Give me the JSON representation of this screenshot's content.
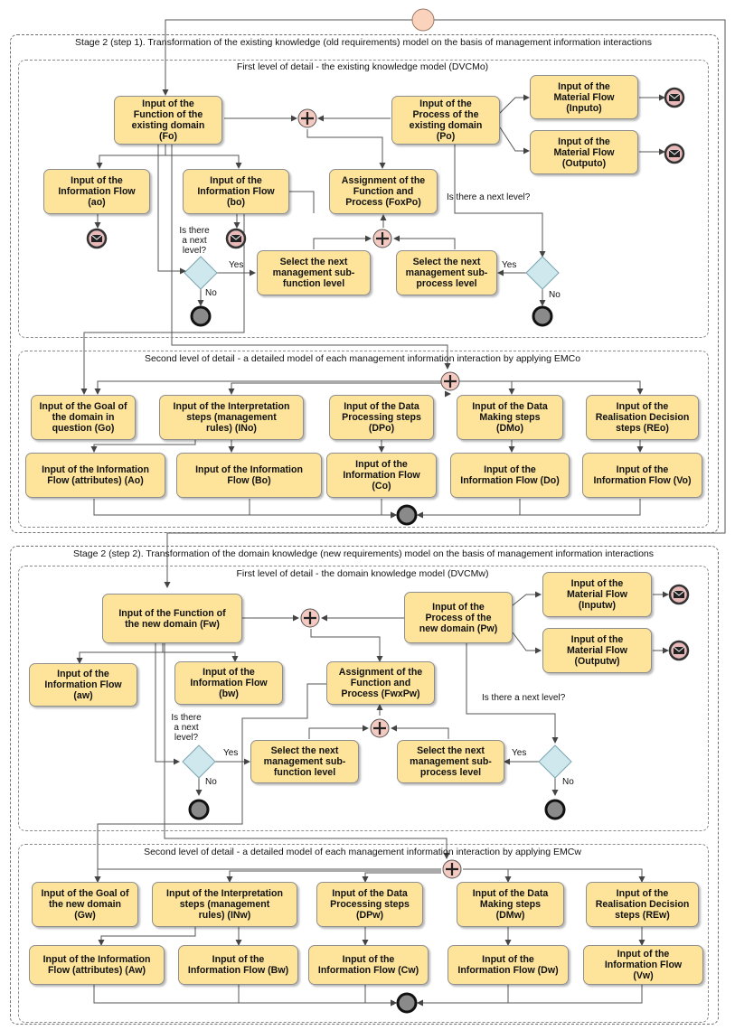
{
  "stage1": {
    "title": "Stage 2 (step 1). Transformation of the existing knowledge (old requirements) model on the basis of management information interactions",
    "level1_title": "First level of detail  - the existing knowledge model (DVCMo)",
    "level2_title": "Second level of detail - a detailed model of each management information interaction by applying EMCo",
    "tasks": {
      "function": "Input of the\nFunction of the\nexisting domain\n(Fo)",
      "process": "Input of the\nProcess of the\nexisting domain\n(Po)",
      "material_in": "Input of the\nMaterial Flow\n(Inputo)",
      "material_out": "Input of the\nMaterial Flow\n(Outputo)",
      "info_ao": "Input of the\nInformation Flow\n(ao)",
      "info_bo": "Input of the\nInformation Flow\n(bo)",
      "assignment": "Assignment of the\nFunction and\nProcess (FoxPo)",
      "sub_function": "Select the next\nmanagement sub-\nfunction level",
      "sub_process": "Select the next\nmanagement sub-\nprocess level",
      "goal": "Input of the Goal of\nthe domain in\nquestion (Go)",
      "interpretation": "Input of the Interpretation\nsteps (management\nrules) (INo)",
      "data_processing": "Input of the Data\nProcessing steps\n(DPo)",
      "data_making": "Input of the Data\nMaking steps\n(DMo)",
      "realisation": "Input of the\nRealisation Decision\nsteps (REo)",
      "flow_attr": "Input of the Information\nFlow (attributes) (Ao)",
      "flow_b": "Input of the Information\nFlow (Bo)",
      "flow_c": "Input of the\nInformation Flow\n(Co)",
      "flow_d": "Input of the\nInformation Flow (Do)",
      "flow_v": "Input of the\nInformation Flow (Vo)"
    }
  },
  "stage2": {
    "title": "Stage 2 (step 2). Transformation of the domain knowledge (new requirements) model on the basis of management information interactions",
    "level1_title": "First level of detail  -  the domain knowledge model (DVCMw)",
    "level2_title": "Second level of detail - a detailed model of each management information interaction by applying EMCw",
    "tasks": {
      "function": "Input of the Function of\nthe new domain (Fw)",
      "process": "Input of the\nProcess of the\nnew domain (Pw)",
      "material_in": "Input of the\nMaterial Flow\n(Inputw)",
      "material_out": "Input of the\nMaterial Flow\n(Outputw)",
      "info_aw": "Input of the\nInformation Flow\n(aw)",
      "info_bw": "Input of the\nInformation Flow\n(bw)",
      "assignment": "Assignment of the\nFunction and\nProcess (FwxPw)",
      "sub_function": "Select the next\nmanagement sub-\nfunction level",
      "sub_process": "Select the next\nmanagement sub-\nprocess level",
      "goal": "Input of the Goal of\nthe new domain\n(Gw)",
      "interpretation": "Input of the Interpretation\nsteps (management\nrules) (INw)",
      "data_processing": "Input of the Data\nProcessing steps\n(DPw)",
      "data_making": "Input of the Data\nMaking steps\n(DMw)",
      "realisation": "Input of the\nRealisation Decision\nsteps (REw)",
      "flow_attr": "Input of the Information\nFlow (attributes) (Aw)",
      "flow_b": "Input of the\nInformation Flow (Bw)",
      "flow_c": "Input of the\nInformation Flow (Cw)",
      "flow_d": "Input of the\nInformation Flow (Dw)",
      "flow_v": "Input of the\nInformation Flow\n(Vw)"
    }
  },
  "labels": {
    "next_level_q": "Is there a next level?",
    "next_level_q_stacked": "Is there\na next\nlevel?",
    "yes": "Yes",
    "no": "No"
  },
  "colors": {
    "task_fill": "#fde49a",
    "start_fill": "#fbd3bd",
    "gateway_fill": "#cfe8ee",
    "end_fill": "#7a7a7a",
    "message_fill": "#e9b9b9"
  }
}
